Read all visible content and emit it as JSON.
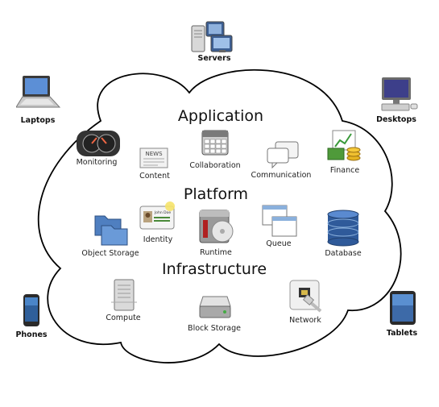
{
  "devices": {
    "servers": "Servers",
    "laptops": "Laptops",
    "desktops": "Desktops",
    "phones": "Phones",
    "tablets": "Tablets"
  },
  "cloud": {
    "application": {
      "title": "Application",
      "items": {
        "monitoring": "Monitoring",
        "content": "Content",
        "collaboration": "Collaboration",
        "communication": "Communication",
        "finance": "Finance"
      }
    },
    "platform": {
      "title": "Platform",
      "items": {
        "object_storage": "Object Storage",
        "identity": "Identity",
        "identity_card_name": "John Doe",
        "runtime": "Runtime",
        "queue": "Queue",
        "database": "Database"
      }
    },
    "infrastructure": {
      "title": "Infrastructure",
      "items": {
        "compute": "Compute",
        "block_storage": "Block Storage",
        "network": "Network"
      }
    }
  },
  "news_badge": "NEWS"
}
